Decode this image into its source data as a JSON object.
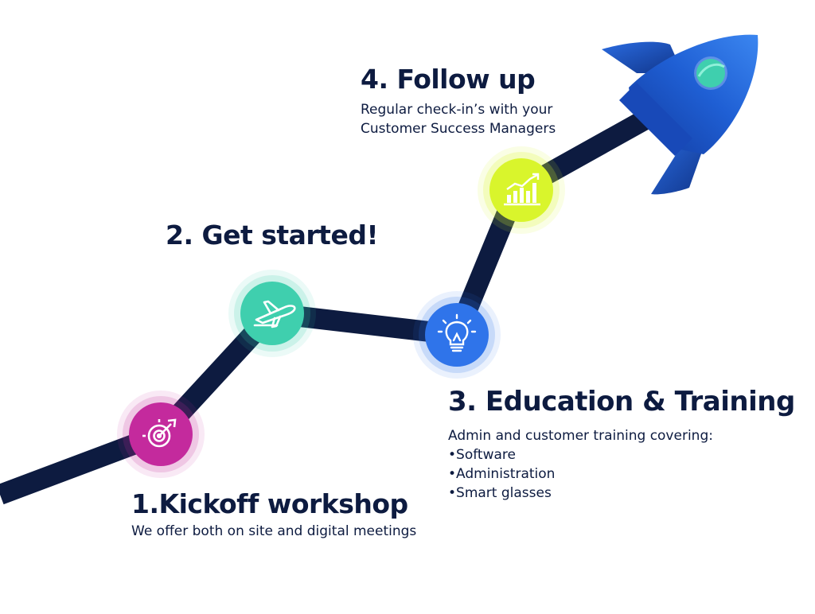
{
  "steps": [
    {
      "title": "1.Kickoff workshop",
      "description": "We offer both on site and digital meetings",
      "icon": "target-icon",
      "color": "#c42a9d"
    },
    {
      "title": "2. Get started!",
      "icon": "airplane-icon",
      "color": "#3fcfae"
    },
    {
      "title": "3. Education & Training",
      "description": "Admin and customer training covering:",
      "bullets": [
        "•Software",
        "•Administration",
        "•Smart glasses"
      ],
      "icon": "lightbulb-icon",
      "color": "#2f74ea"
    },
    {
      "title": "4. Follow up",
      "description": "Regular check-in’s with your Customer Success Managers",
      "icon": "growth-chart-icon",
      "color": "#d9f52c"
    }
  ],
  "colors": {
    "path": "#0d1b40",
    "text": "#0d1b40",
    "rocket_body": "#1f5fd4",
    "rocket_window": "#3fcfae"
  }
}
